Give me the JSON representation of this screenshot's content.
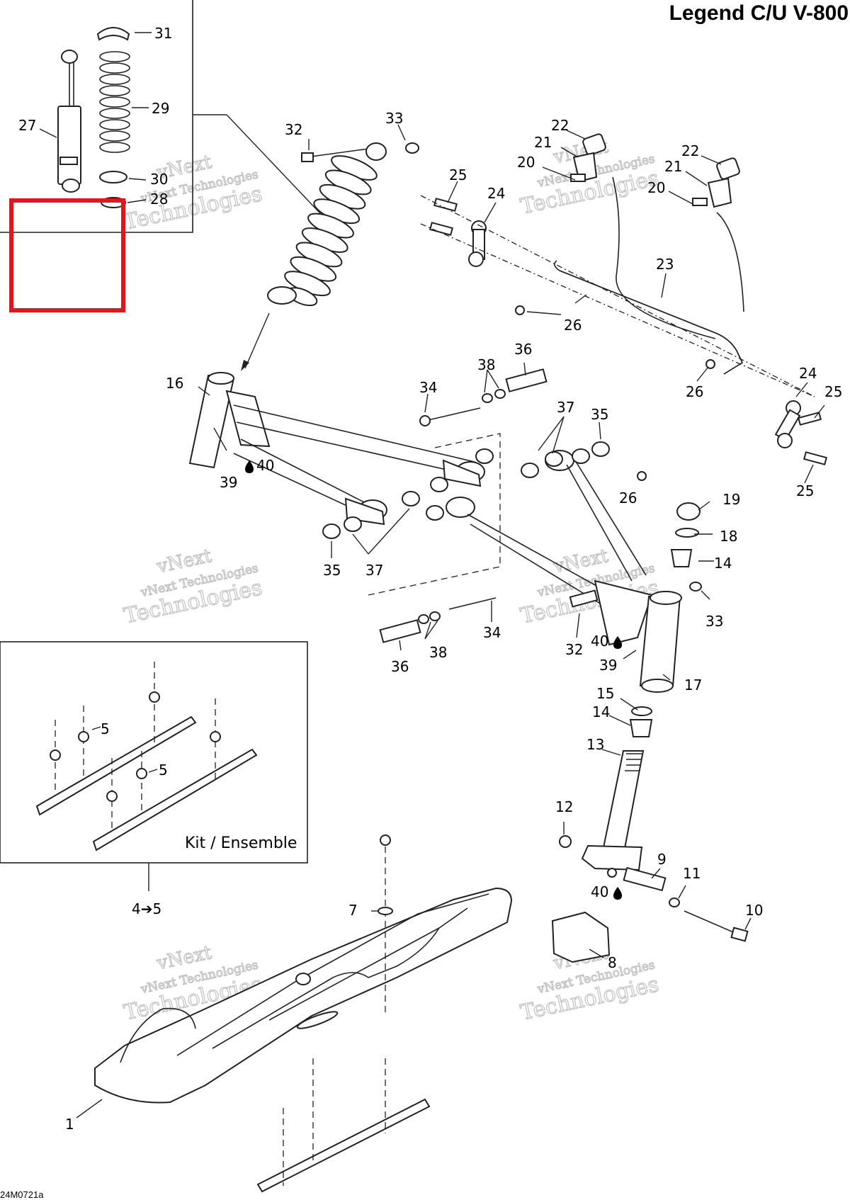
{
  "header": {
    "title": "Legend C/U V-800"
  },
  "footer": {
    "doc_id": "24M0721a"
  },
  "watermark": {
    "line1": "vNext",
    "line2": "vNext Technologies",
    "line3": "Technologies"
  },
  "kit_box": {
    "label": "Kit / Ensemble",
    "ref_label": "4➔5"
  },
  "highlight": {
    "color": "#e3141b"
  },
  "callouts": {
    "c31": "31",
    "c29": "29",
    "c27": "27",
    "c30": "30",
    "c28": "28",
    "c32a": "32",
    "c33a": "33",
    "c22a": "22",
    "c21a": "21",
    "c20a": "20",
    "c22b": "22",
    "c21b": "21",
    "c20b": "20",
    "c25a": "25",
    "c24a": "24",
    "c23": "23",
    "c26a": "26",
    "c26b": "26",
    "c24b": "24",
    "c25b": "25",
    "c25c": "25",
    "c16": "16",
    "c36a": "36",
    "c38a": "38",
    "c34a": "34",
    "c37a": "37",
    "c35a": "35",
    "c39a": "39",
    "c40a": "40",
    "c26c": "26",
    "c19": "19",
    "c18": "18",
    "c14a": "14",
    "c35b": "35",
    "c37b": "37",
    "c33b": "33",
    "c34b": "34",
    "c32b": "32",
    "c40b": "40",
    "c39b": "39",
    "c36b": "36",
    "c38b": "38",
    "c17": "17",
    "c15": "15",
    "c14b": "14",
    "c13": "13",
    "c5a": "5",
    "c5b": "5",
    "c12": "12",
    "c9": "9",
    "c11": "11",
    "c40c": "40",
    "c10": "10",
    "c7": "7",
    "c8": "8",
    "c1": "1"
  }
}
